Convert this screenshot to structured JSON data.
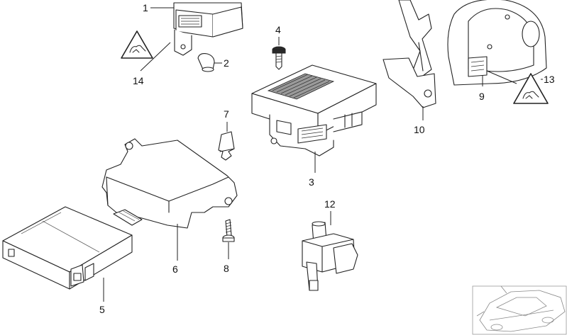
{
  "callouts": {
    "c1": "1",
    "c2": "2",
    "c3": "3",
    "c4": "4",
    "c5": "5",
    "c6": "6",
    "c7": "7",
    "c8": "8",
    "c9": "9",
    "c10": "10",
    "c12": "12",
    "c13": "13",
    "c14": "14"
  },
  "icons": {
    "warning_triangle": "esd-warning-triangle-icon",
    "car_thumbnail": "car-silhouette-thumbnail"
  }
}
